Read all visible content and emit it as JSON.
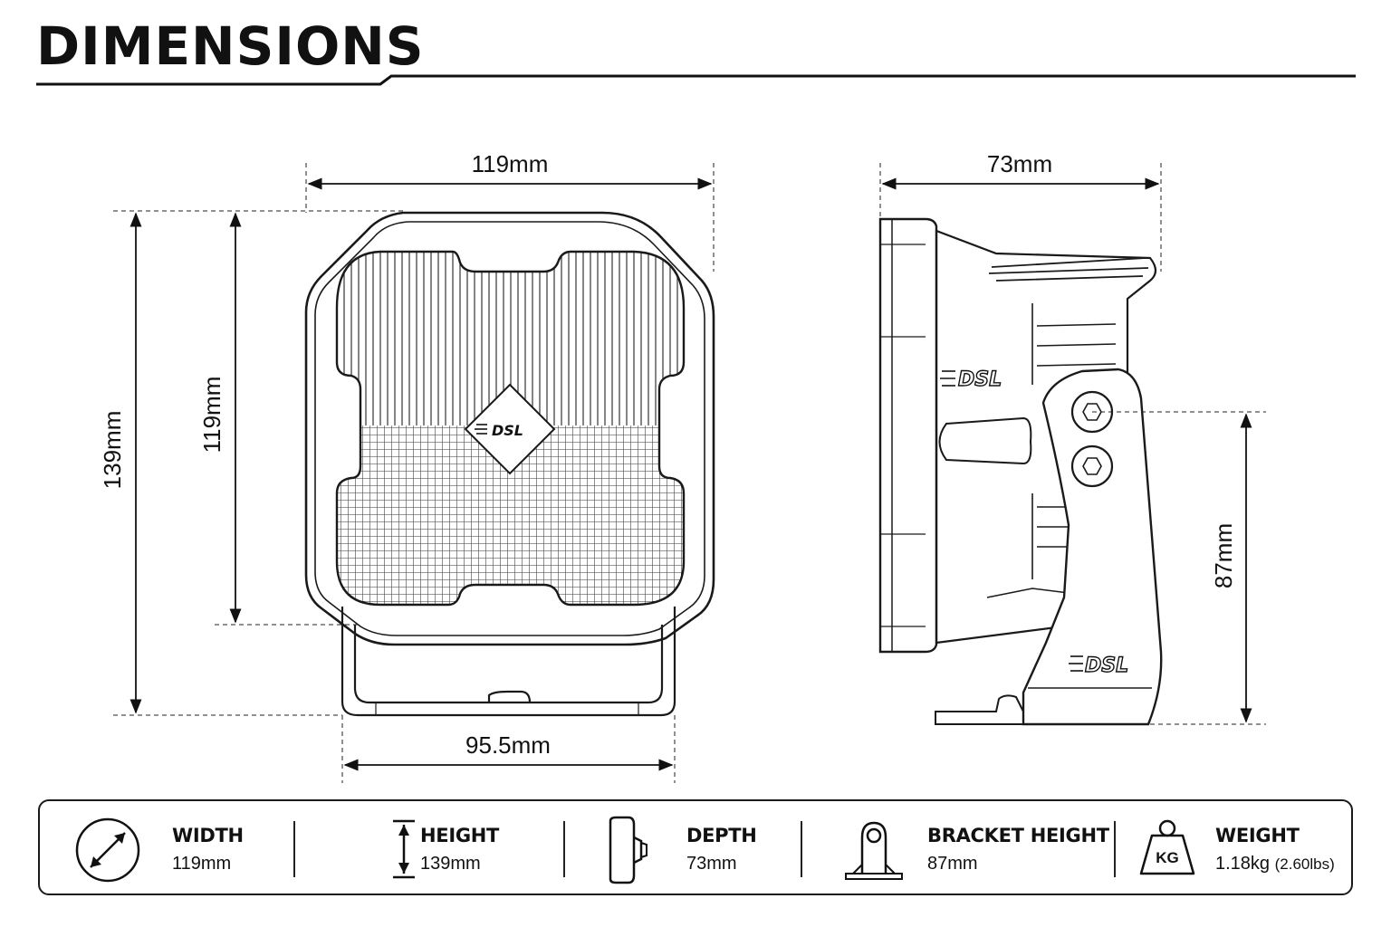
{
  "header": {
    "title": "DIMENSIONS"
  },
  "front_view": {
    "width_label": "119mm",
    "total_height_label": "139mm",
    "lens_height_label": "119mm",
    "bracket_width_label": "95.5mm",
    "lens_logo": "DSL",
    "logo_superscript": "0"
  },
  "side_view": {
    "depth_label": "73mm",
    "bracket_height_label": "87mm",
    "body_logo": "DSL",
    "bracket_logo": "DSL"
  },
  "specs": [
    {
      "label": "WIDTH",
      "value": "119mm",
      "icon": "diagonal-arrow-circle-icon"
    },
    {
      "label": "HEIGHT",
      "value": "139mm",
      "icon": "vertical-arrow-icon"
    },
    {
      "label": "DEPTH",
      "value": "73mm",
      "icon": "light-side-profile-icon"
    },
    {
      "label": "BRACKET HEIGHT",
      "value": "87mm",
      "icon": "bracket-icon"
    },
    {
      "label": "WEIGHT",
      "value": "1.18kg",
      "value_extra": "(2.60lbs)",
      "icon": "weight-kg-icon",
      "icon_text": "KG"
    }
  ],
  "colors": {
    "line": "#1a1a1a",
    "background": "#ffffff"
  }
}
